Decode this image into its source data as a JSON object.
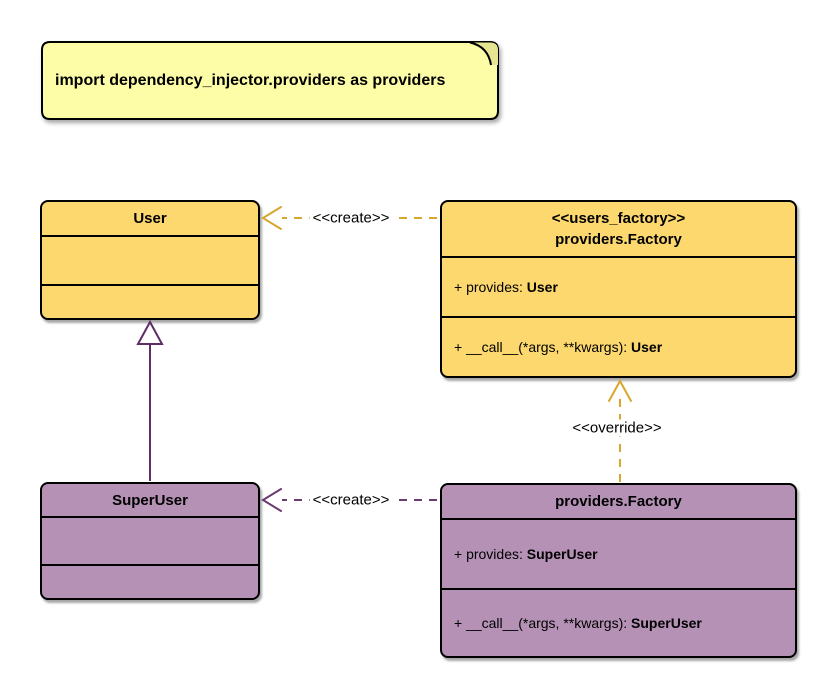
{
  "note": {
    "text": "import dependency_injector.providers as providers"
  },
  "classes": [
    {
      "name": "User"
    },
    {
      "stereotype": "<<users_factory>>",
      "name": "providers.Factory",
      "members": [
        {
          "label": "+ provides: ",
          "type": "User"
        },
        {
          "label": "+ __call__(*args, **kwargs): ",
          "type": "User"
        }
      ]
    },
    {
      "name": "SuperUser"
    },
    {
      "name": "providers.Factory",
      "members": [
        {
          "label": "+ provides: ",
          "type": "SuperUser"
        },
        {
          "label": "+ __call__(*args, **kwargs): ",
          "type": "SuperUser"
        }
      ]
    }
  ],
  "edges": {
    "create_user": {
      "label": "<<create>>"
    },
    "create_superuser": {
      "label": "<<create>>"
    },
    "override": {
      "label": "<<override>>"
    },
    "inheritance": {
      "label": ""
    }
  },
  "colors": {
    "class-yellow": "#FCD86F",
    "class-purple": "#B491B5",
    "note-fill": "#FDFDA8",
    "note-foldc": "#E6E692",
    "edge-yellow": "#D9A62E",
    "edge-purple": "#6B3A71",
    "inherit-purple": "#5E2C66"
  }
}
